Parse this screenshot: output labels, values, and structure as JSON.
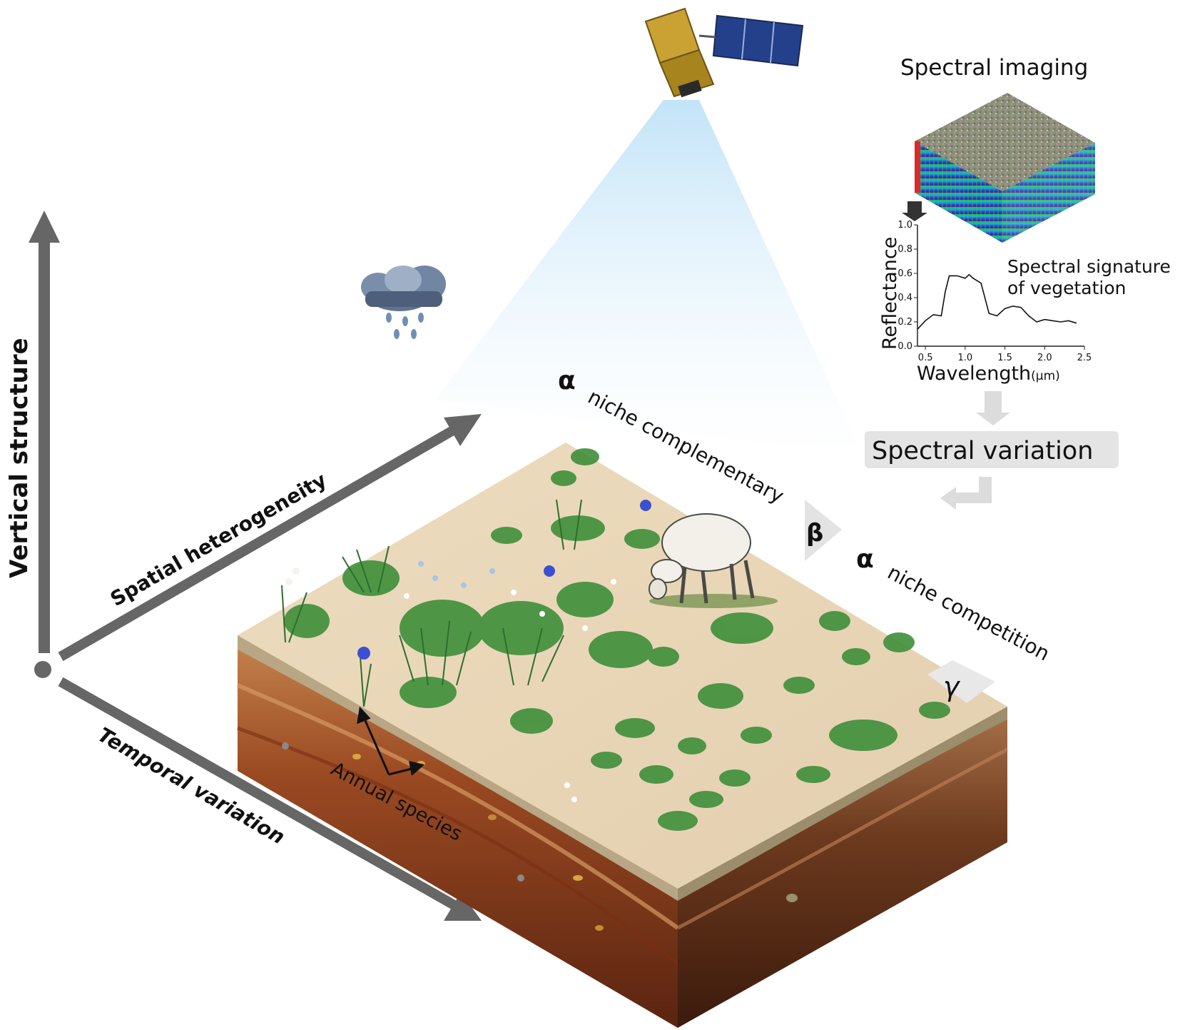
{
  "axes": {
    "vertical": "Vertical structure",
    "spatial": "Spatial heterogeneity",
    "temporal": "Temporal variation"
  },
  "diversity": {
    "alpha_symbol": "α",
    "alpha_top": "niche complementary",
    "beta_symbol": "β",
    "alpha_bottom": "niche competition",
    "gamma_symbol": "γ"
  },
  "annotations": {
    "annual_species": "Annual species"
  },
  "spectral": {
    "title": "Spectral imaging",
    "signature_line1": "Spectral signature",
    "signature_line2": "of vegetation",
    "variation": "Spectral variation"
  },
  "chart_data": {
    "type": "line",
    "xlabel": "Wavelength",
    "xunit": "(μm)",
    "ylabel": "Reflectance",
    "xlim": [
      0.4,
      2.5
    ],
    "ylim": [
      0.0,
      1.0
    ],
    "xticks": [
      "0.5",
      "1.0",
      "1.5",
      "2.0",
      "2.5"
    ],
    "yticks": [
      "0.0",
      "0.2",
      "0.4",
      "0.6",
      "0.8",
      "1.0"
    ],
    "x": [
      0.4,
      0.5,
      0.6,
      0.7,
      0.75,
      0.8,
      0.9,
      1.0,
      1.05,
      1.1,
      1.2,
      1.3,
      1.4,
      1.5,
      1.6,
      1.7,
      1.8,
      1.9,
      2.0,
      2.1,
      2.2,
      2.3,
      2.4
    ],
    "y": [
      0.14,
      0.21,
      0.26,
      0.25,
      0.45,
      0.58,
      0.58,
      0.56,
      0.59,
      0.56,
      0.52,
      0.27,
      0.25,
      0.31,
      0.33,
      0.32,
      0.25,
      0.2,
      0.22,
      0.21,
      0.2,
      0.21,
      0.19
    ],
    "grid": false,
    "legend": "none"
  }
}
